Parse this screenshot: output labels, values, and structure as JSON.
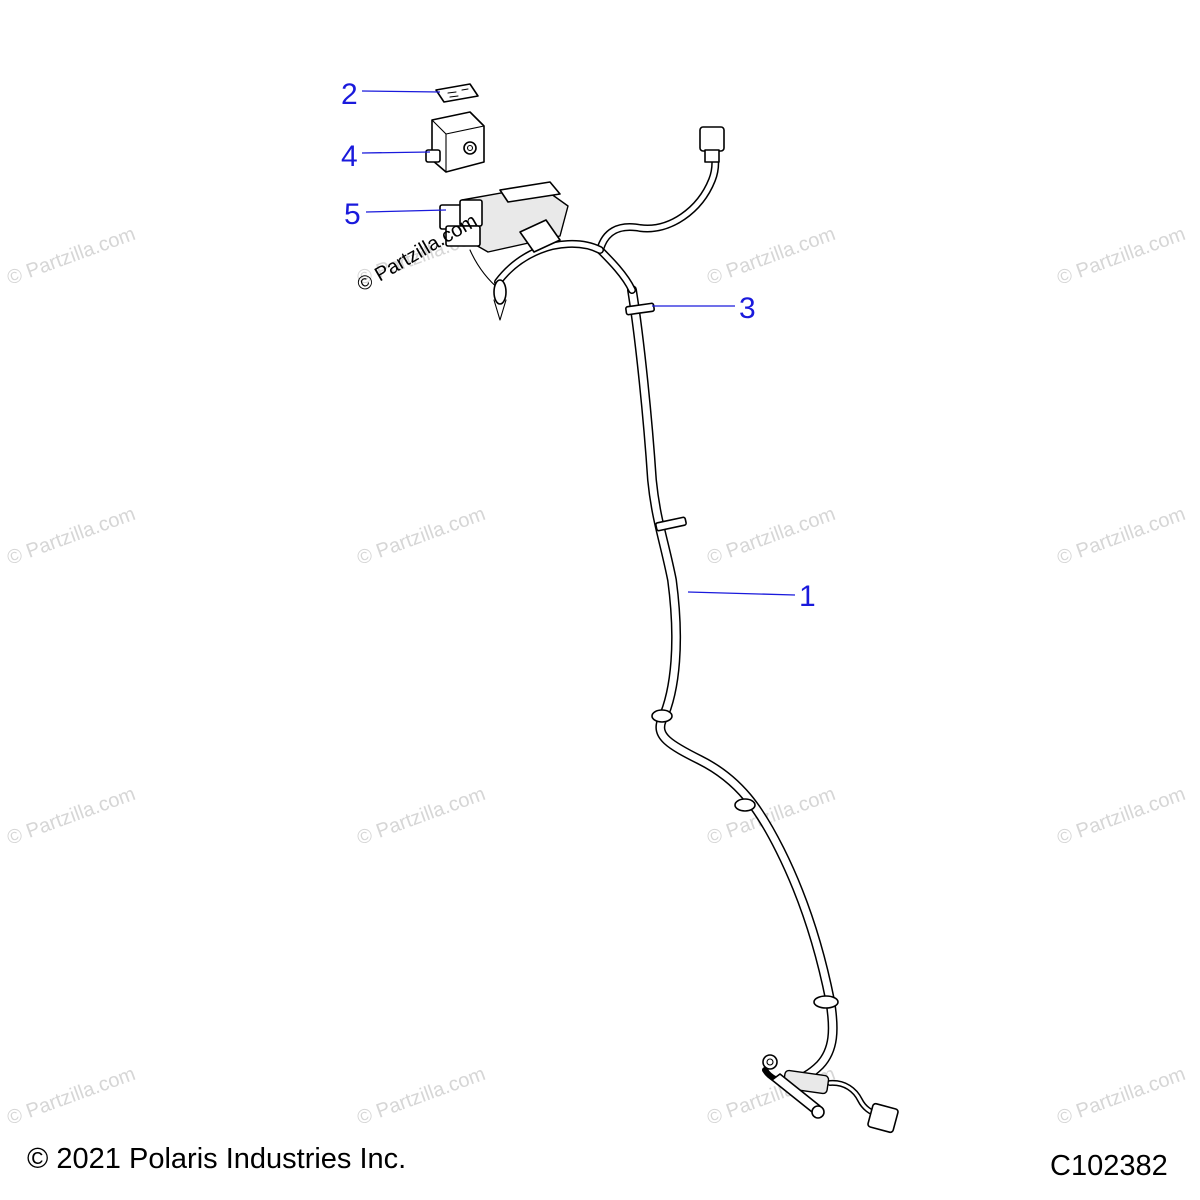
{
  "watermark": {
    "text": "© Partzilla.com"
  },
  "callouts": [
    {
      "id": "1",
      "label": "1"
    },
    {
      "id": "2",
      "label": "2"
    },
    {
      "id": "3",
      "label": "3"
    },
    {
      "id": "4",
      "label": "4"
    },
    {
      "id": "5",
      "label": "5"
    }
  ],
  "footer": {
    "copyright": "© 2021 Polaris Industries Inc.",
    "drawing_id": "C102382"
  },
  "colors": {
    "callout": "#1a1adc",
    "watermark": "#d6d6d6",
    "line_art": "#000000"
  }
}
